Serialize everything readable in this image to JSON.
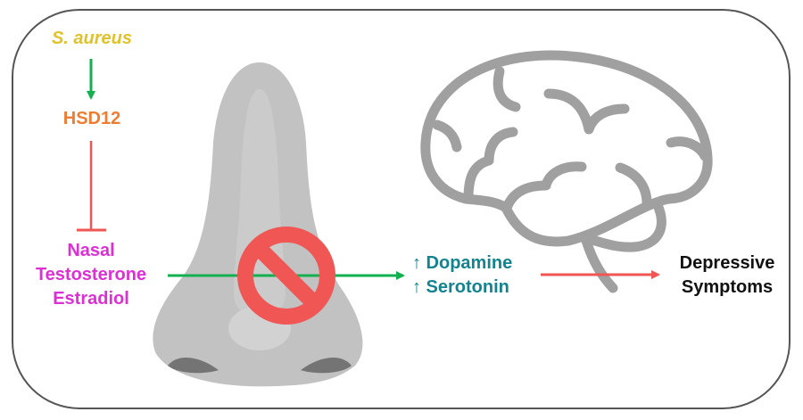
{
  "labels": {
    "bacterium": "S. aureus",
    "enzyme": "HSD12",
    "hormones": [
      "Nasal",
      "Testosterone",
      "Estradiol"
    ],
    "neurotransmitters": [
      "↑ Dopamine",
      "↑ Serotonin"
    ],
    "outcome": [
      "Depressive",
      "Symptoms"
    ]
  },
  "colors": {
    "bacterium": "#e0c22a",
    "enzyme": "#ee7d32",
    "hormones": "#de2fd6",
    "neurotransmitters": "#13838f",
    "activate": "#12b04f",
    "inhibit": "#ef5654",
    "outcome": "#111111",
    "organ": "#a0a0a0"
  }
}
